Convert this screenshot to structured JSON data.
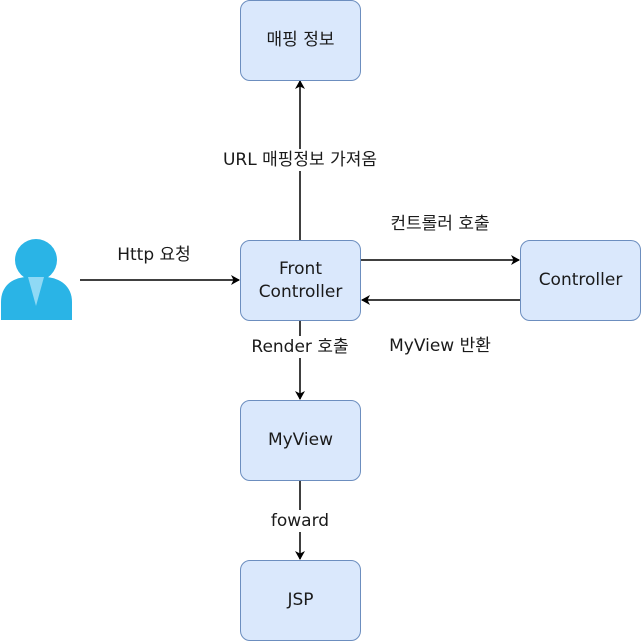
{
  "nodes": {
    "mapping_info": "매핑 정보",
    "front_controller": "Front\nController",
    "controller": "Controller",
    "myview": "MyView",
    "jsp": "JSP"
  },
  "edges": {
    "url_mapping": "URL 매핑정보 가져옴",
    "http_request": "Http 요청",
    "controller_call": "컨트롤러 호출",
    "myview_return": "MyView 반환",
    "render_call": "Render 호출",
    "forward": "foward"
  },
  "colors": {
    "node_fill": "#dae8fc",
    "node_stroke": "#6c8ebf",
    "edge": "#000000",
    "user_icon": "#2ab4e6"
  },
  "icons": {
    "user": "user-icon"
  }
}
